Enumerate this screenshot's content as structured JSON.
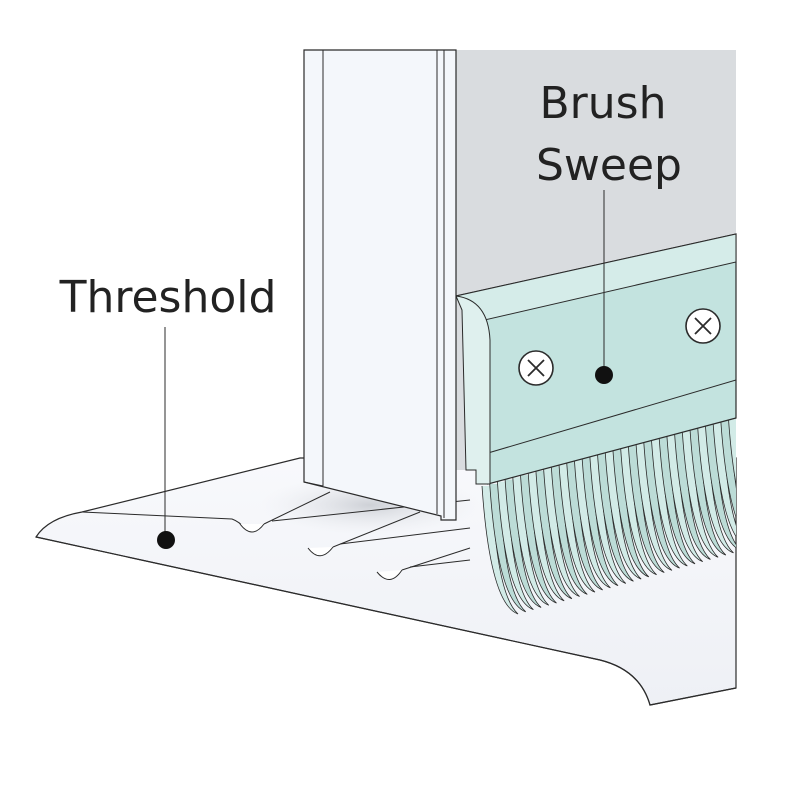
{
  "labels": {
    "brush_sweep_line1": "Brush",
    "brush_sweep_line2": "Sweep",
    "threshold": "Threshold"
  },
  "colors": {
    "outline": "#2b2b2b",
    "door_face": "#d9dcdf",
    "frame": "#f3f6fa",
    "sweep": "#c3e3df",
    "sweep_light": "#dff0ee",
    "bristles": "#b9dcd6",
    "threshold": "#f6f7fb",
    "threshold_shadow": "#d5d8dd",
    "text": "#222222"
  }
}
